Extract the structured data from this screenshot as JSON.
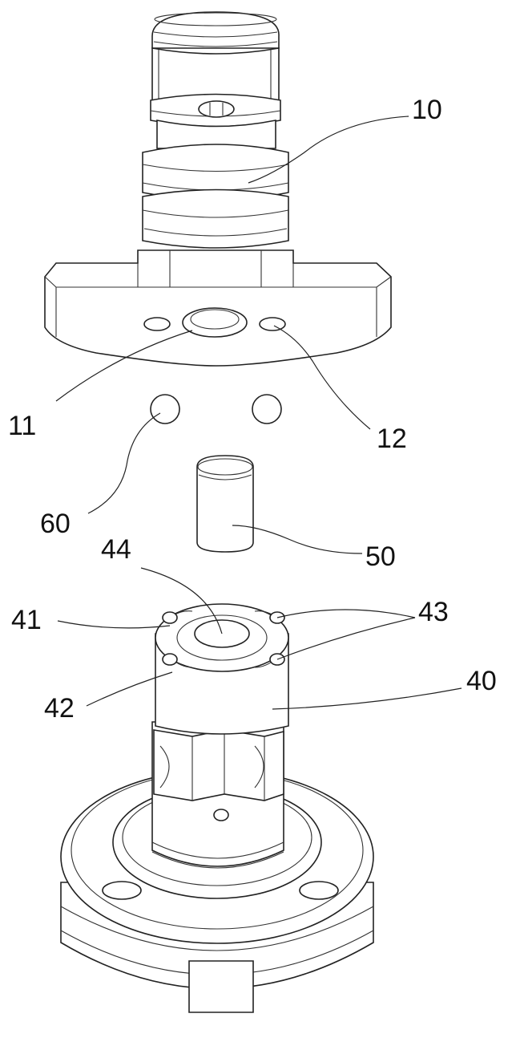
{
  "labels": {
    "l10": "10",
    "l11": "11",
    "l12": "12",
    "l60": "60",
    "l50": "50",
    "l44": "44",
    "l41": "41",
    "l43": "43",
    "l42": "42",
    "l40": "40"
  }
}
